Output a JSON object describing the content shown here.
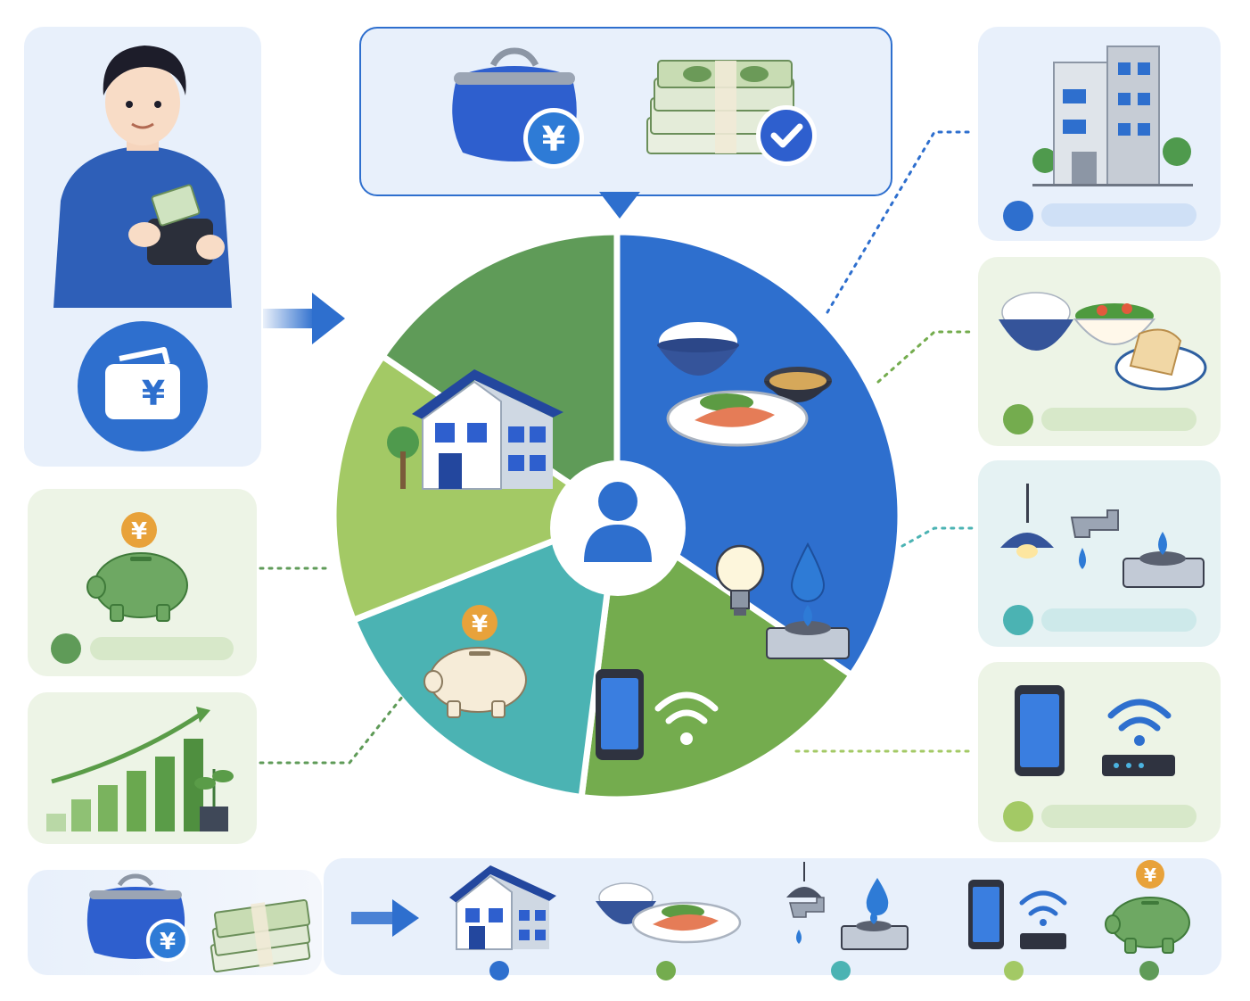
{
  "colors": {
    "housing": "#2e6fce",
    "food": "#74ac4e",
    "utilities": "#4bb3b3",
    "communication": "#a3c965",
    "savings": "#5f9b58",
    "panel_blue": "#e8f0fb",
    "panel_green": "#edf4e6",
    "pill_blue": "#cfe0f6",
    "pill_green": "#d7e8c9",
    "pill_teal": "#cde9ea"
  },
  "icons": {
    "income_person": "person-wallet-icon",
    "income_wallet": "wallet-yen-icon",
    "budget_purse": "purse-yen-icon",
    "budget_cash": "cash-stack-check-icon",
    "center_user": "user-icon",
    "housing": "house-icon",
    "food": "meal-icon",
    "utilities": "utilities-icon",
    "communication": "phone-wifi-icon",
    "savings": "piggy-bank-icon",
    "investment": "growth-chart-icon"
  },
  "diagram_data": {
    "center": "user",
    "segments": [
      {
        "id": "housing",
        "share": 0.345,
        "color": "#2e6fce"
      },
      {
        "id": "food",
        "share": 0.175,
        "color": "#74ac4e"
      },
      {
        "id": "utilities",
        "share": 0.17,
        "color": "#4bb3b3"
      },
      {
        "id": "communication",
        "share": 0.155,
        "color": "#a3c965"
      },
      {
        "id": "savings",
        "share": 0.155,
        "color": "#5f9b58"
      }
    ],
    "legend": [
      {
        "id": "housing",
        "color": "#2e6fce"
      },
      {
        "id": "food",
        "color": "#74ac4e"
      },
      {
        "id": "utilities",
        "color": "#4bb3b3"
      },
      {
        "id": "communication",
        "color": "#a3c965"
      },
      {
        "id": "savings",
        "color": "#5f9b58"
      }
    ],
    "flow_bottom": [
      "housing",
      "food",
      "utilities",
      "communication",
      "savings"
    ]
  }
}
